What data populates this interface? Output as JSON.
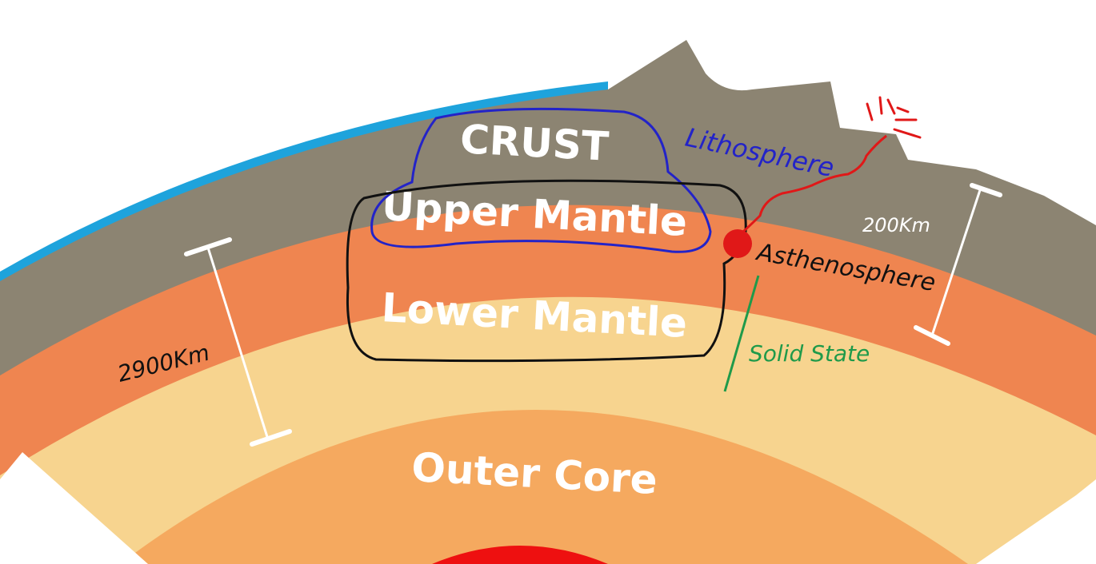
{
  "layers": {
    "crust": "CRUST",
    "upper_mantle": "Upper Mantle",
    "lower_mantle": "Lower Mantle",
    "outer_core": "Outer Core"
  },
  "annotations": {
    "lithosphere": "Lithosphere",
    "asthenosphere": "Asthenosphere",
    "solid_state": "Solid State",
    "depth_200km": "200Km",
    "depth_2900km": "2900Km"
  },
  "colors": {
    "ocean": "#1ea3dc",
    "crust": "#8c8472",
    "upper_mantle": "#ef8550",
    "lower_mantle": "#f7d48f",
    "outer_core": "#f5a95f",
    "inner_core": "#ee1010",
    "lithosphere_ink": "#2323c8",
    "asthenosphere_ink": "#111111",
    "solid_state_ink": "#1f9a4a",
    "volcano_ink": "#e01818"
  }
}
